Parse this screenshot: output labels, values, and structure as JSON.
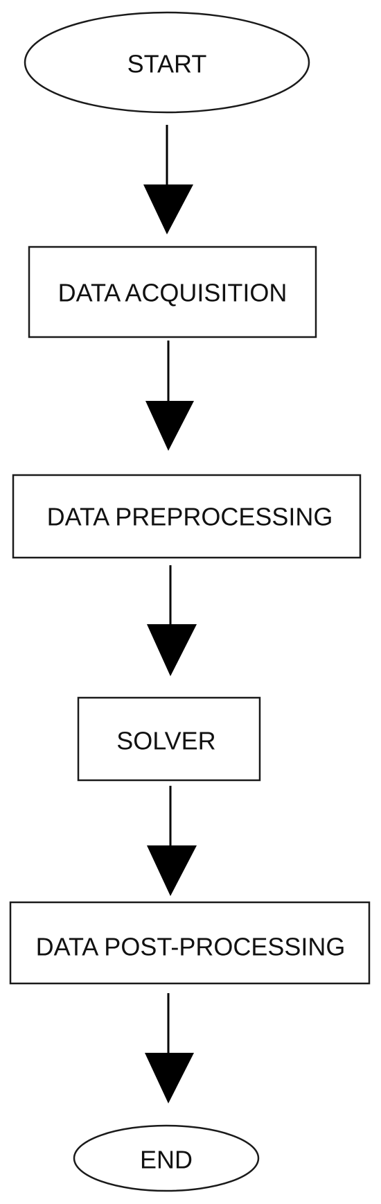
{
  "flowchart": {
    "nodes": [
      {
        "id": "start",
        "shape": "ellipse",
        "label": "START"
      },
      {
        "id": "acquisition",
        "shape": "rectangle",
        "label": "DATA ACQUISITION"
      },
      {
        "id": "preprocessing",
        "shape": "rectangle",
        "label": "DATA PREPROCESSING"
      },
      {
        "id": "solver",
        "shape": "rectangle",
        "label": "SOLVER"
      },
      {
        "id": "postprocessing",
        "shape": "rectangle",
        "label": "DATA POST-PROCESSING"
      },
      {
        "id": "end",
        "shape": "ellipse",
        "label": "END"
      }
    ],
    "edges": [
      {
        "from": "start",
        "to": "acquisition"
      },
      {
        "from": "acquisition",
        "to": "preprocessing"
      },
      {
        "from": "preprocessing",
        "to": "solver"
      },
      {
        "from": "solver",
        "to": "postprocessing"
      },
      {
        "from": "postprocessing",
        "to": "end"
      }
    ]
  }
}
